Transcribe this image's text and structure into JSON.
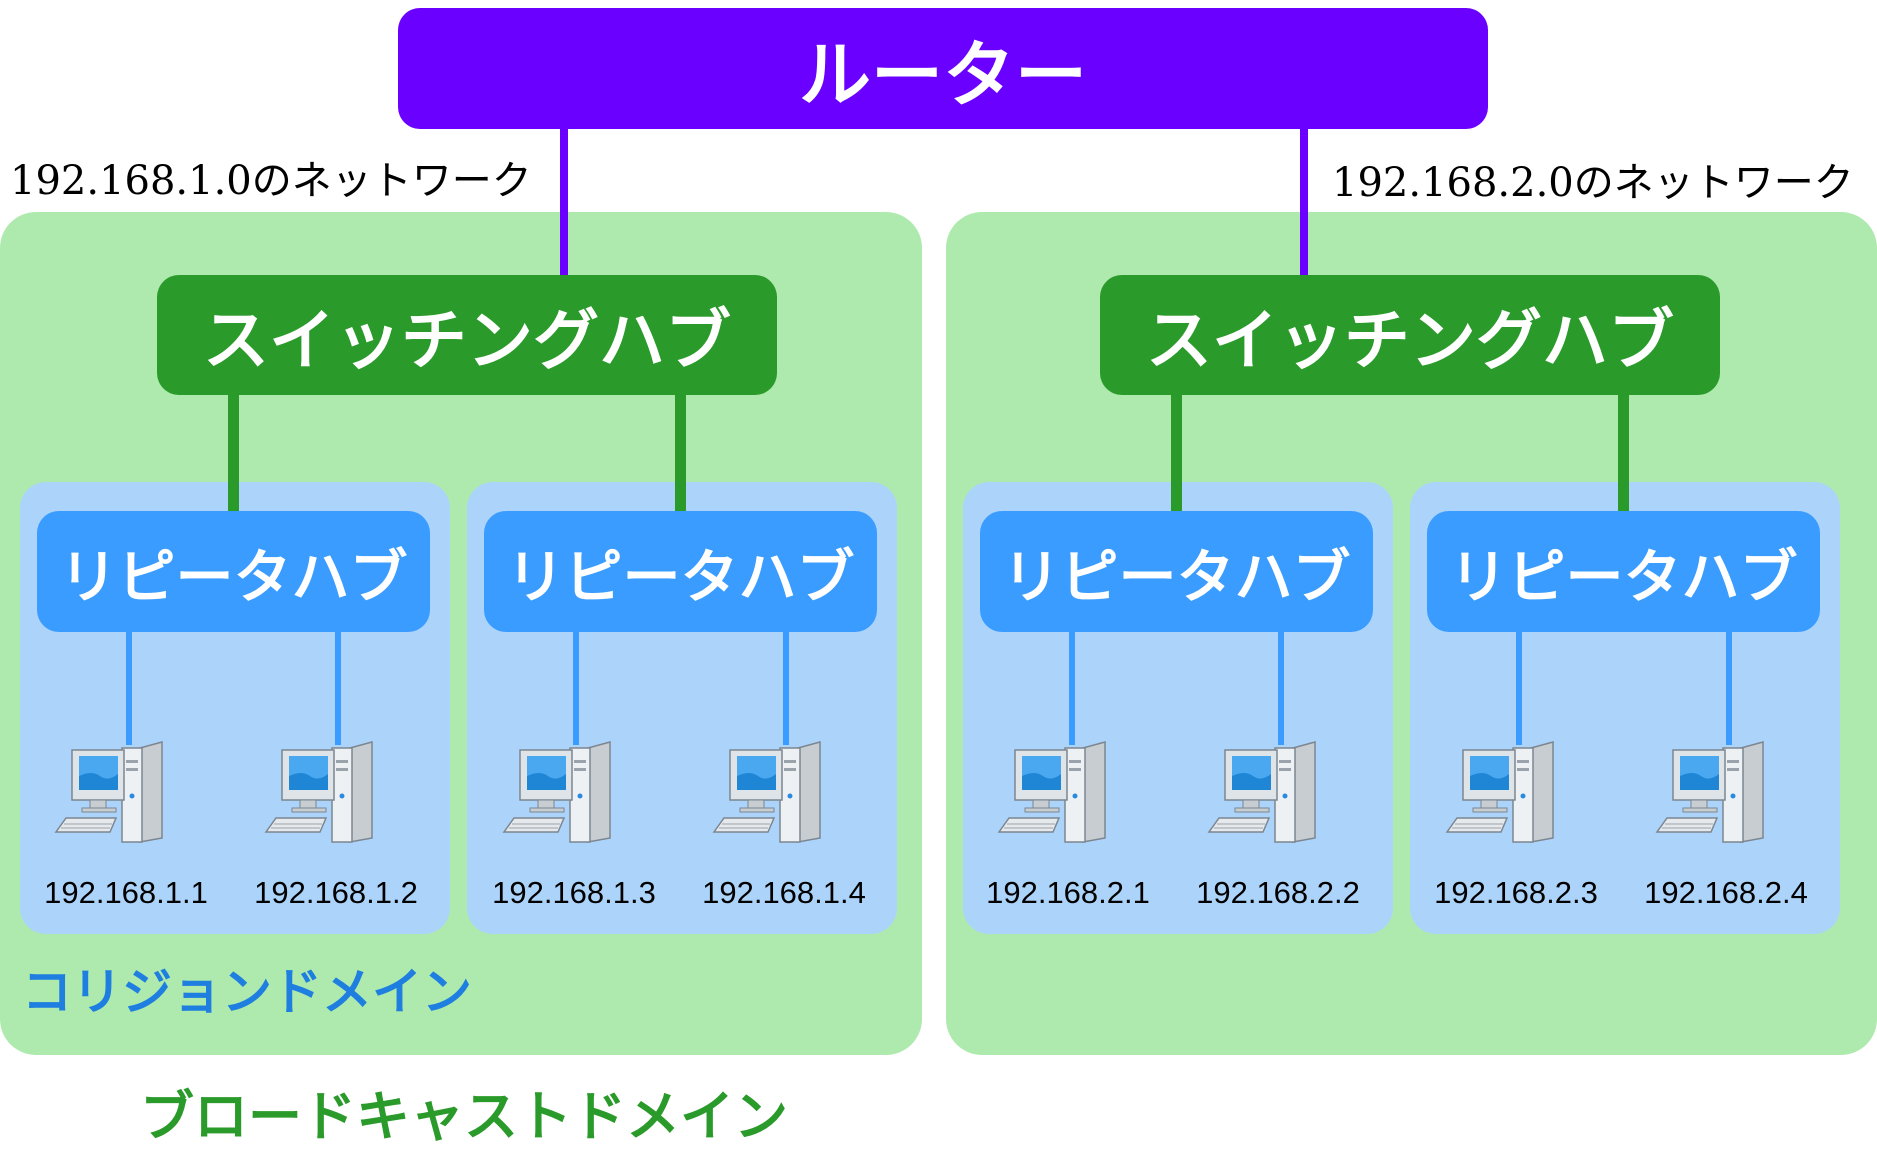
{
  "router": {
    "label": "ルーター"
  },
  "networks": [
    {
      "label": "192.168.1.0のネットワーク",
      "switch": "スイッチングハブ",
      "repeaters": [
        {
          "label": "リピータハブ",
          "hosts": [
            "192.168.1.1",
            "192.168.1.2"
          ]
        },
        {
          "label": "リピータハブ",
          "hosts": [
            "192.168.1.3",
            "192.168.1.4"
          ]
        }
      ]
    },
    {
      "label": "192.168.2.0のネットワーク",
      "switch": "スイッチングハブ",
      "repeaters": [
        {
          "label": "リピータハブ",
          "hosts": [
            "192.168.2.1",
            "192.168.2.2"
          ]
        },
        {
          "label": "リピータハブ",
          "hosts": [
            "192.168.2.3",
            "192.168.2.4"
          ]
        }
      ]
    }
  ],
  "legend": {
    "collision_domain": "コリジョンドメイン",
    "broadcast_domain": "ブロードキャストドメイン"
  },
  "colors": {
    "router": "#6a00ff",
    "switch": "#2a9a2a",
    "repeater": "#3a9cff",
    "broadcast_domain_bg": "#aeeaae",
    "collision_domain_bg": "#acd4fb",
    "collision_label": "#1f7fe0",
    "broadcast_label": "#2a9a2a"
  },
  "icons": {
    "host": "desktop-computer-icon"
  }
}
